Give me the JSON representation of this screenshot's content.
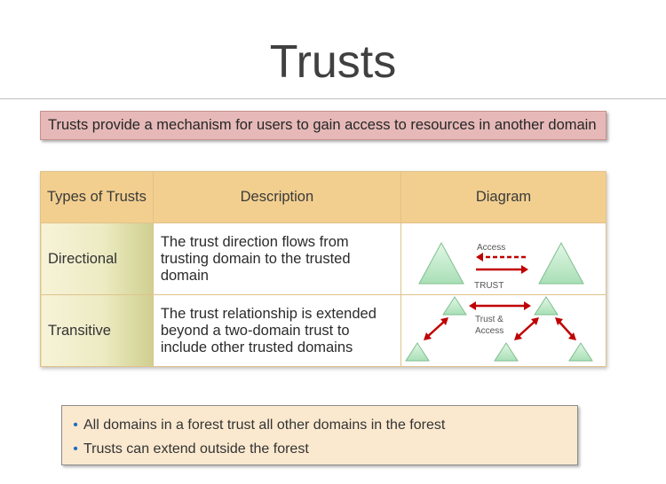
{
  "slide": {
    "title": "Trusts",
    "callout": "Trusts provide a mechanism for users to gain access to resources in another domain"
  },
  "table": {
    "headers": [
      "Types of Trusts",
      "Description",
      "Diagram"
    ],
    "rows": [
      {
        "type": "Directional",
        "description": "The trust direction flows from trusting domain to the trusted domain",
        "diagram": {
          "arrow_top_label": "Access",
          "arrow_bottom_label": "TRUST"
        }
      },
      {
        "type": "Transitive",
        "description": "The trust relationship is extended beyond a two-domain trust to include other trusted domains",
        "diagram": {
          "center_label_line1": "Trust &",
          "center_label_line2": "Access"
        }
      }
    ]
  },
  "bullets": [
    "All domains in a forest trust all other domains in the forest",
    "Trusts can extend outside the forest"
  ],
  "colors": {
    "callout_bg": "#e6b9b8",
    "header_bg": "#f2cf8f",
    "domain_triangle": "#c6efce",
    "arrow_red": "#c00000",
    "bullet_box_bg": "#fbe9cf",
    "bullet_dot": "#1f6fbf"
  }
}
